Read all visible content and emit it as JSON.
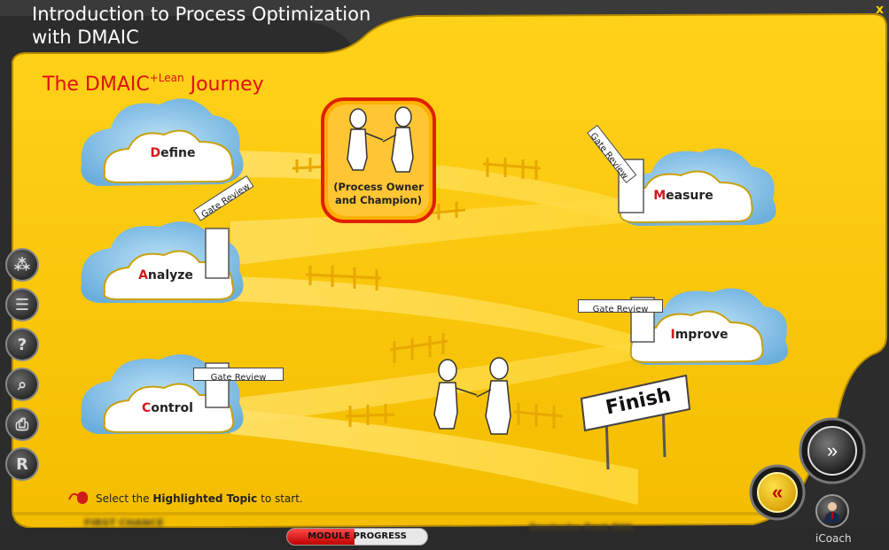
{
  "header": {
    "title_line1": "Introduction to Process Optimization",
    "title_line2": "with DMAIC",
    "close_label": "x"
  },
  "journey": {
    "title_main": "The DMAIC",
    "title_sup": "+Lean",
    "title_end": "Journey"
  },
  "stages": [
    {
      "first": "D",
      "rest": "efine"
    },
    {
      "first": "M",
      "rest": "easure"
    },
    {
      "first": "A",
      "rest": "nalyze"
    },
    {
      "first": "I",
      "rest": "mprove"
    },
    {
      "first": "C",
      "rest": "ontrol"
    }
  ],
  "highlighted_topic": {
    "line1": "(Process Owner",
    "line2": "and Champion)"
  },
  "gate_review_label": "Gate Review",
  "finish_label": "Finish",
  "instruction": {
    "pre": "Select the ",
    "bold": "Highlighted Topic",
    "post": " to start."
  },
  "side_buttons": [
    {
      "icon": "team-icon",
      "label": "⁂"
    },
    {
      "icon": "menu-list-icon",
      "label": "☰"
    },
    {
      "icon": "help-icon",
      "label": "?"
    },
    {
      "icon": "search-icon",
      "label": "⌕"
    },
    {
      "icon": "print-icon",
      "label": "⎙"
    },
    {
      "icon": "resources-icon",
      "label": "R"
    }
  ],
  "footer": {
    "progress_label": "MODULE PROGRESS",
    "progress_fraction": 0.48,
    "left_blurred": "FIRST CHANCE",
    "right_blurred": "Deutsche Post DHL",
    "icoach_label": "iCoach"
  },
  "colors": {
    "accent_yellow": "#f7c600",
    "accent_red": "#e01010",
    "frame_dark": "#2c2c2c"
  }
}
